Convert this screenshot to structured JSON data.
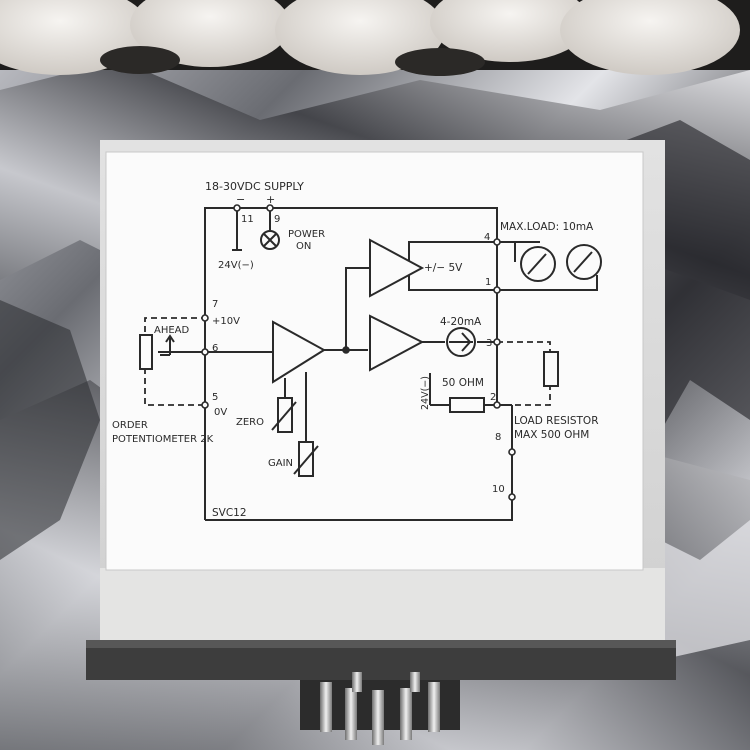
{
  "photo": {
    "description_colors": {
      "foil_light": "#d9dadf",
      "foil_dark": "#2b2c30",
      "foam": "#ebe9e6",
      "housing": "#dcdcdc",
      "label_bg": "#fbfbfb",
      "ink": "#2a2a2a",
      "base": "#3a3a3a"
    }
  },
  "label": {
    "supply": "18-30VDC SUPPLY",
    "pin11": "11",
    "pin9": "9",
    "minus": "−",
    "plus": "+",
    "power_on_1": "POWER",
    "power_on_2": "ON",
    "v24_neg": "24V(−)",
    "pin4": "4",
    "max_load": "MAX.LOAD: 10mA",
    "pm5v": "+/−  5V",
    "pin1": "1",
    "pin7": "7",
    "plus10v": "+10V",
    "ahead": "AHEAD",
    "pin6": "6",
    "current_range": "4-20mA",
    "pin3": "3",
    "v24_neg2": "24V(−)",
    "ohm50": "50 OHM",
    "pin2": "2",
    "pin5": "5",
    "zero_v": "0V",
    "zero": "ZERO",
    "load_res_1": "LOAD RESISTOR",
    "load_res_2": "MAX 500 OHM",
    "pin8": "8",
    "order_1": "ORDER",
    "order_2": "POTENTIOMETER 2K",
    "gain": "GAIN",
    "pin10": "10",
    "model": "SVC12"
  }
}
